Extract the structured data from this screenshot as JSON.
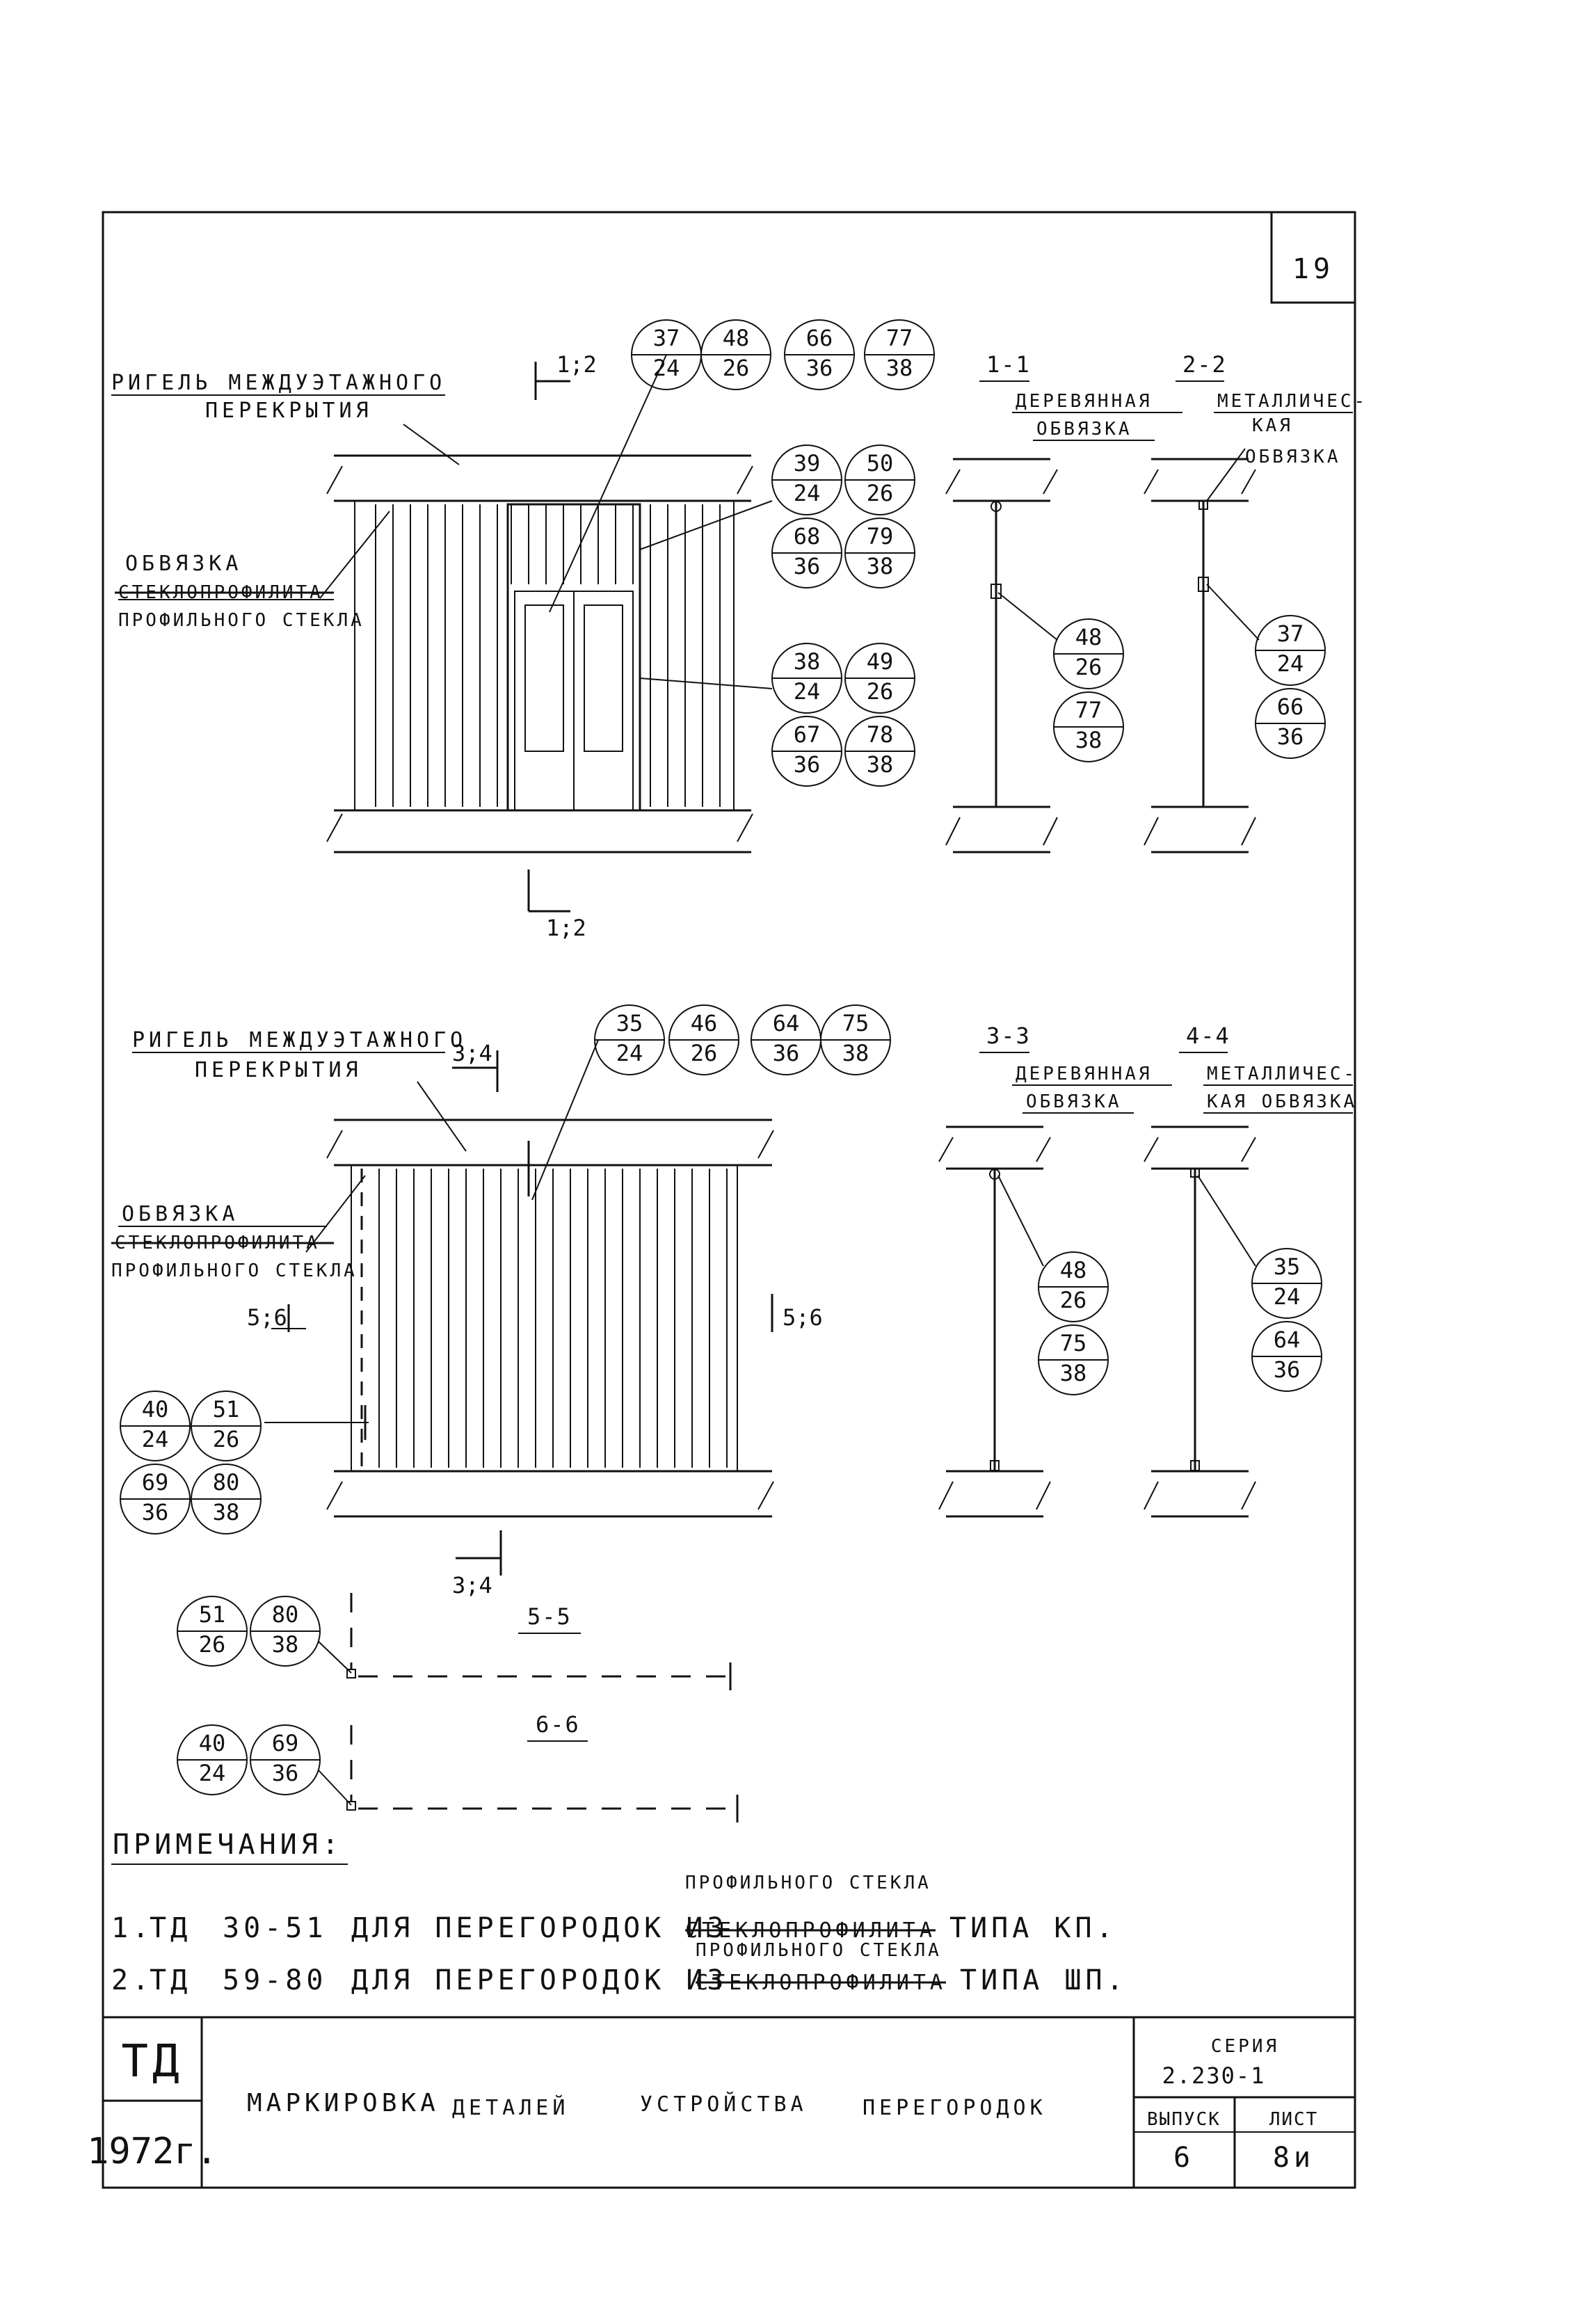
{
  "sheet_number": "19",
  "upper": {
    "label_rigel": [
      "РИГЕЛЬ МЕЖДУЭТАЖНОГО",
      "ПЕРЕКРЫТИЯ"
    ],
    "label_obvyazka": "ОБВЯЗКА",
    "label_struck": "СТЕКЛОПРОФИЛИТА",
    "label_profile": "ПРОФИЛЬНОГО СТЕКЛА",
    "section_mark_top": "1;2",
    "section_mark_bottom": "1;2",
    "top_marks": [
      [
        "37",
        "24"
      ],
      [
        "48",
        "26"
      ],
      [
        "66",
        "36"
      ],
      [
        "77",
        "38"
      ]
    ],
    "right_marks_a": [
      [
        "39",
        "24"
      ],
      [
        "50",
        "26"
      ],
      [
        "68",
        "36"
      ],
      [
        "79",
        "38"
      ]
    ],
    "right_marks_b": [
      [
        "38",
        "24"
      ],
      [
        "49",
        "26"
      ],
      [
        "67",
        "36"
      ],
      [
        "78",
        "38"
      ]
    ],
    "section_1": {
      "title": "1-1",
      "text": [
        "ДЕРЕВЯННАЯ",
        "ОБВЯЗКА"
      ],
      "marks": [
        [
          "48",
          "26"
        ],
        [
          "77",
          "38"
        ]
      ]
    },
    "section_2": {
      "title": "2-2",
      "text": [
        "МЕТАЛЛИЧЕС-",
        "КАЯ",
        "ОБВЯЗКА"
      ],
      "marks": [
        [
          "37",
          "24"
        ],
        [
          "66",
          "36"
        ]
      ]
    }
  },
  "lower": {
    "label_rigel": [
      "РИГЕЛЬ МЕЖДУЭТАЖНОГО",
      "ПЕРЕКРЫТИЯ"
    ],
    "label_obvyazka": "ОБВЯЗКА",
    "label_struck": "СТЕКЛОПРОФИЛИТА",
    "label_profile": "ПРОФИЛЬНОГО СТЕКЛА",
    "mark_34_top": "3;4",
    "mark_34_bottom": "3;4",
    "mark_56_left": "5;6",
    "mark_56_right": "5;6",
    "top_marks": [
      [
        "35",
        "24"
      ],
      [
        "46",
        "26"
      ],
      [
        "64",
        "36"
      ],
      [
        "75",
        "38"
      ]
    ],
    "left_marks": [
      [
        "40",
        "24"
      ],
      [
        "51",
        "26"
      ],
      [
        "69",
        "36"
      ],
      [
        "80",
        "38"
      ]
    ],
    "section_3": {
      "title": "3-3",
      "text": [
        "ДЕРЕВЯННАЯ",
        "ОБВЯЗКА"
      ],
      "marks": [
        [
          "48",
          "26"
        ],
        [
          "75",
          "38"
        ]
      ]
    },
    "section_4": {
      "title": "4-4",
      "text": [
        "МЕТАЛЛИЧЕС-",
        "КАЯ ОБВЯЗКА"
      ],
      "marks": [
        [
          "35",
          "24"
        ],
        [
          "64",
          "36"
        ]
      ]
    },
    "section_5": {
      "title": "5-5",
      "marks": [
        [
          "51",
          "26"
        ],
        [
          "80",
          "38"
        ]
      ]
    },
    "section_6": {
      "title": "6-6",
      "marks": [
        [
          "40",
          "24"
        ],
        [
          "69",
          "36"
        ]
      ]
    }
  },
  "notes": {
    "heading": "ПРИМЕЧАНИЯ:",
    "insert": "ПРОФИЛЬНОГО СТЕКЛА",
    "items": [
      {
        "num": "1.",
        "code": "ТД",
        "range": "30-51",
        "text": "ДЛЯ ПЕРЕГОРОДОК ИЗ",
        "struck": "СТЕКЛОПРОФИЛИТА",
        "tail": "ТИПА КП."
      },
      {
        "num": "2.",
        "code": "ТД",
        "range": "59-80",
        "text": "ДЛЯ ПЕРЕГОРОДОК ИЗ",
        "struck": "СТЕКЛОПРОФИЛИТА",
        "tail": "ТИПА ШП."
      }
    ]
  },
  "stamp": {
    "org": "ТД",
    "year": "1972г.",
    "title_words": [
      "МАРКИРОВКА",
      "ДЕТАЛЕЙ",
      "УСТРОЙСТВА",
      "ПЕРЕГОРОДОК"
    ],
    "series_label": "СЕРИЯ",
    "series_value": "2.230-1",
    "issue_label": "ВЫПУСК",
    "issue_value": "6",
    "sheet_label": "ЛИСТ",
    "sheet_value": "8и"
  }
}
